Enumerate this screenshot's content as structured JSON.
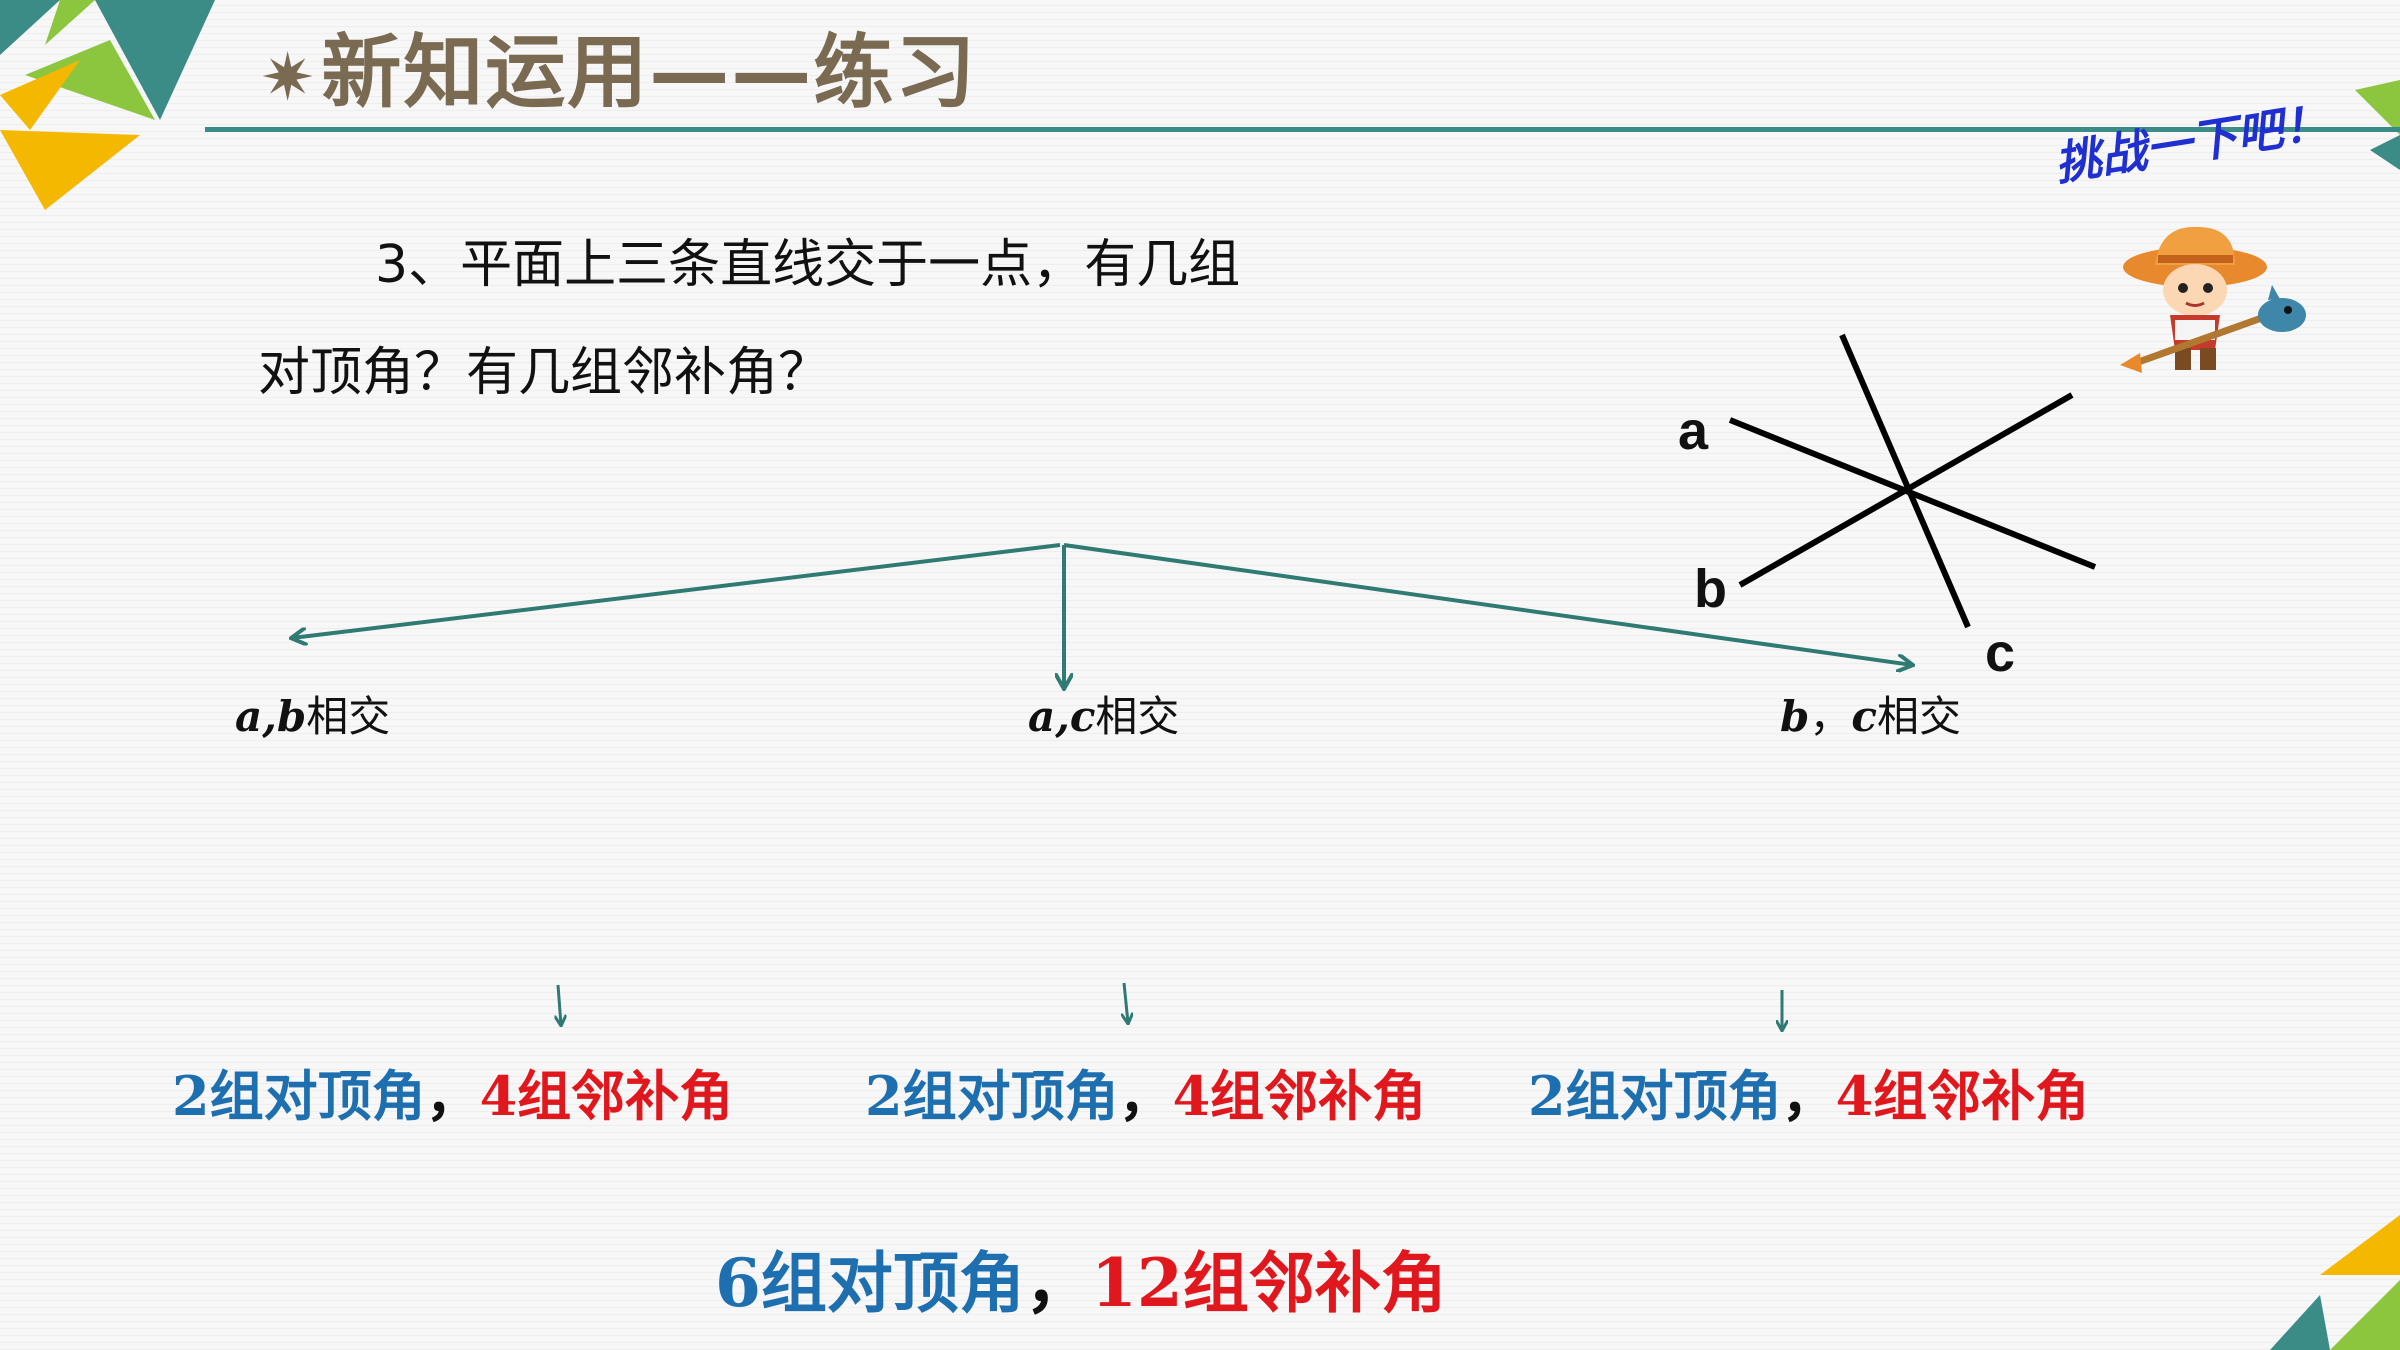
{
  "header": {
    "star": "✷",
    "title": "新知运用——练习"
  },
  "question": {
    "line1": "3、平面上三条直线交于一点，有几组",
    "line2": "对顶角？有几组邻补角？"
  },
  "challenge": "挑战一下吧！",
  "figure": {
    "labels": [
      "a",
      "b",
      "c"
    ]
  },
  "cases": [
    {
      "var1": "a,b",
      "sep": "",
      "var2": "",
      "suffix": "相交"
    },
    {
      "var1": "a,c",
      "sep": "",
      "var2": "",
      "suffix": "相交"
    },
    {
      "var1": "b",
      "sep": "，",
      "var2": "c",
      "suffix": "相交"
    }
  ],
  "results": [
    {
      "vert": "2组对顶角",
      "comma": "，",
      "supp": "4组邻补角"
    },
    {
      "vert": "2组对顶角",
      "comma": "，",
      "supp": "4组邻补角"
    },
    {
      "vert": "2组对顶角",
      "comma": "，",
      "supp": "4组邻补角"
    }
  ],
  "total": {
    "vert": "6组对顶角",
    "comma": "，",
    "supp": "12组邻补角"
  },
  "colors": {
    "teal": "#3b8b87",
    "green": "#8cc63f",
    "yellow": "#f5b800",
    "blue": "#1e6fb0",
    "red": "#e0181e",
    "title": "#7a6a52"
  }
}
